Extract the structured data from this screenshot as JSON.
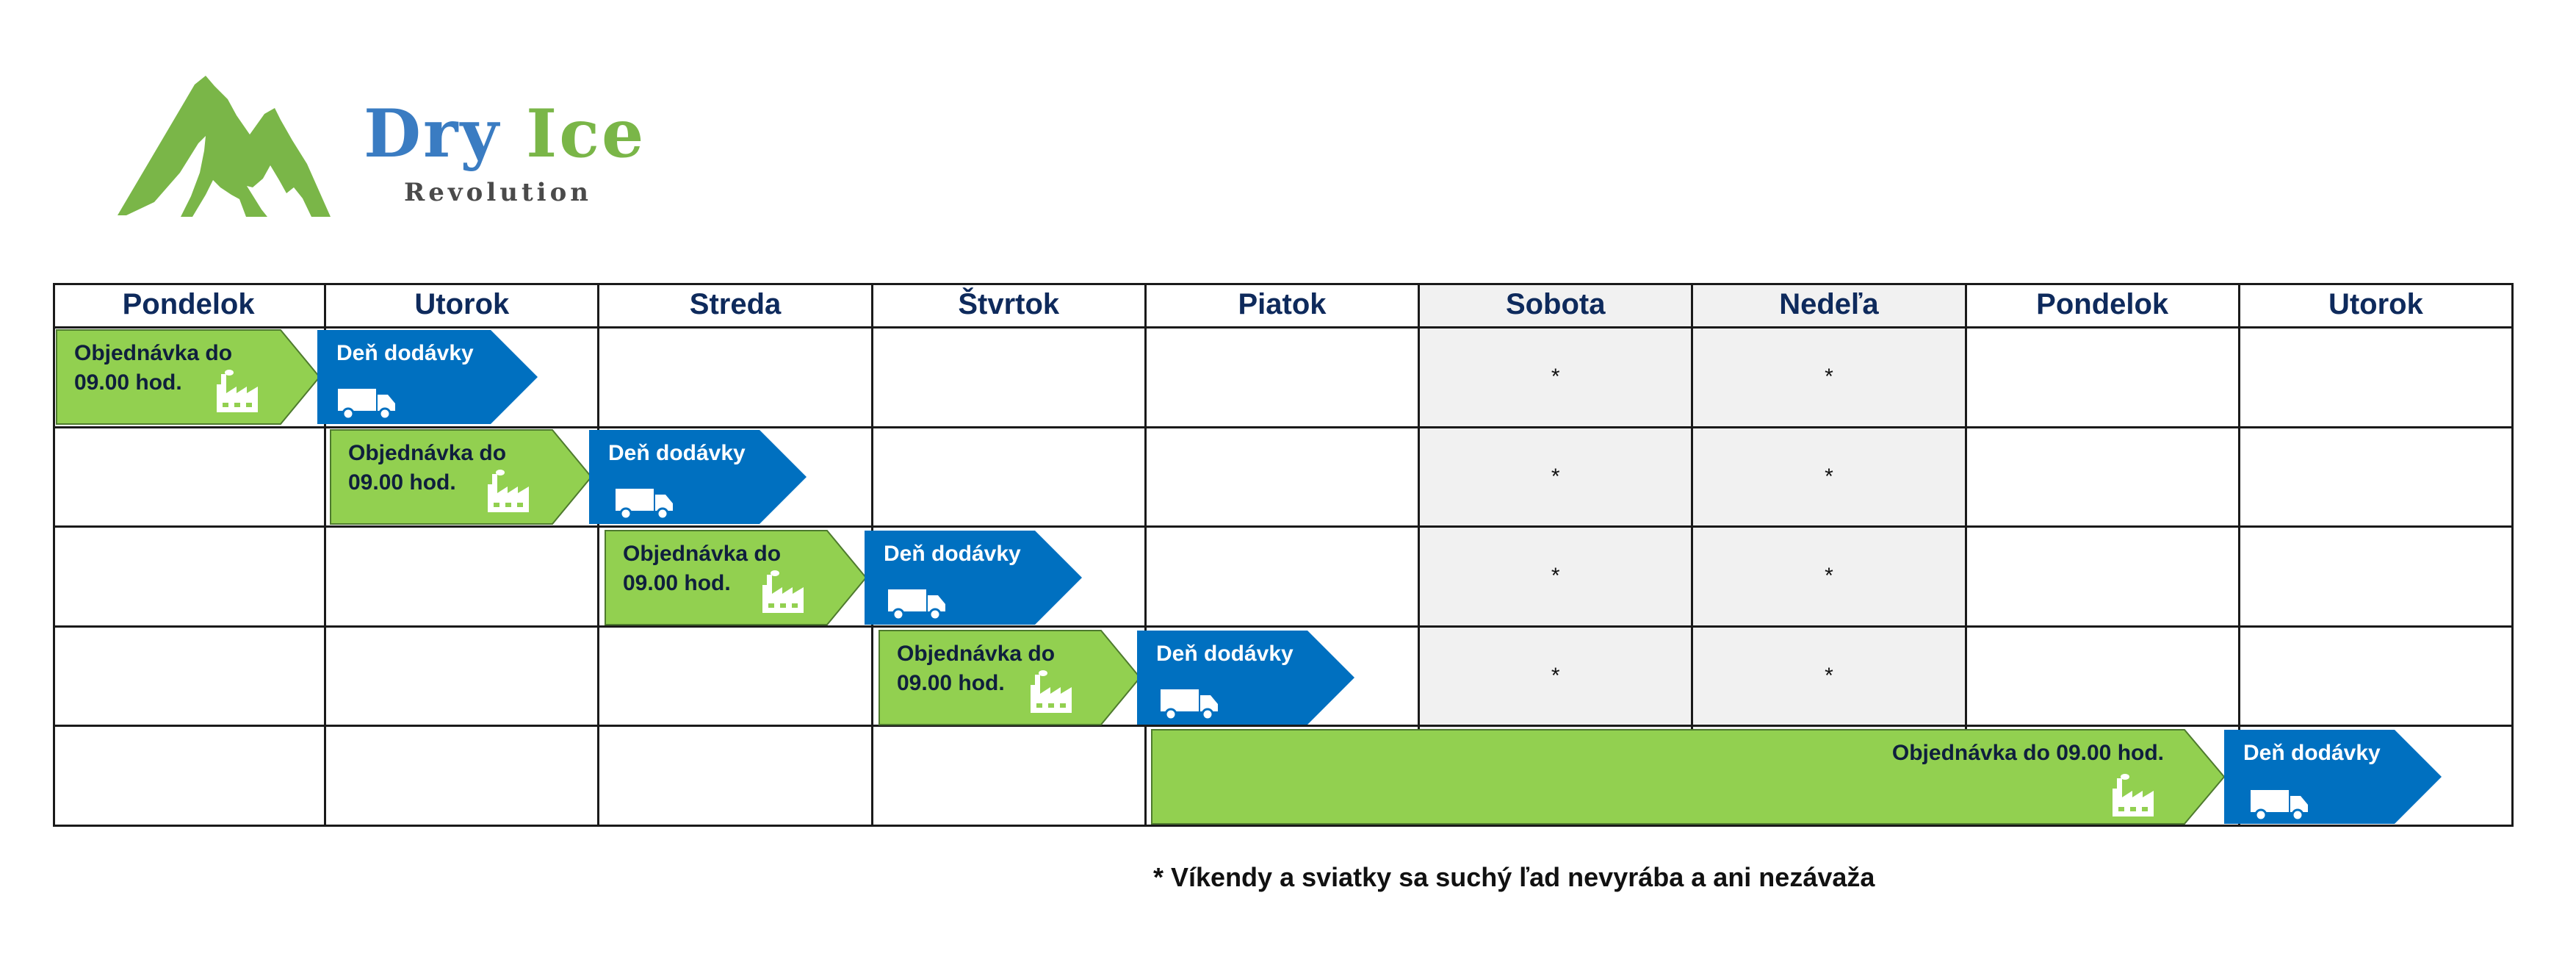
{
  "logo": {
    "title_part1": "Dry",
    "title_part2": "Ice",
    "subtitle": "Revolution",
    "mountain_color": "#7ab648",
    "blue": "#3a7cc2"
  },
  "table": {
    "headers": [
      "Pondelok",
      "Utorok",
      "Streda",
      "Štvrtok",
      "Piatok",
      "Sobota",
      "Nedeľa",
      "Pondelok",
      "Utorok"
    ],
    "weekend_marker": "*",
    "weekend_bg": "#f1f1f1"
  },
  "orders": [
    {
      "order_line1": "Objednávka do",
      "order_line2": "09.00 hod.",
      "delivery": "Deň dodávky"
    },
    {
      "order_line1": "Objednávka do",
      "order_line2": "09.00 hod.",
      "delivery": "Deň dodávky"
    },
    {
      "order_line1": "Objednávka do",
      "order_line2": "09.00 hod.",
      "delivery": "Deň dodávky"
    },
    {
      "order_line1": "Objednávka do",
      "order_line2": "09.00 hod.",
      "delivery": "Deň dodávky"
    },
    {
      "order_line1": "Objednávka do 09.00 hod.",
      "delivery": "Deň dodávky"
    }
  ],
  "colors": {
    "order_green": "#92d050",
    "delivery_blue": "#0070c0"
  },
  "icons": {
    "order": "factory-icon",
    "delivery": "truck-icon"
  },
  "footnote": "* Víkendy a sviatky sa suchý ľad nevyrába a ani nezávaža"
}
